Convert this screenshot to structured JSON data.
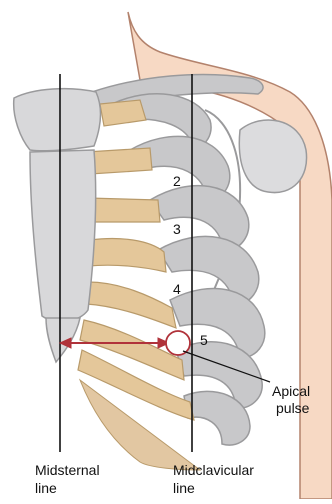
{
  "figure": {
    "intercostal_numbers": [
      "2",
      "3",
      "4",
      "5"
    ],
    "labels": {
      "apical_pulse_line1": "Apical",
      "apical_pulse_line2": "pulse",
      "midsternal_line1": "Midsternal",
      "midsternal_line2": "line",
      "midclavicular_line1": "Midclavicular",
      "midclavicular_line2": "line"
    },
    "colors": {
      "bone": "#c8c8ca",
      "bone_shadow": "#9a9a9c",
      "cartilage": "#e4c79a",
      "skin": "#f7d9c4",
      "skin_outline": "#b3826c",
      "arrow": "#b0323a",
      "guide_line": "#111111"
    }
  }
}
